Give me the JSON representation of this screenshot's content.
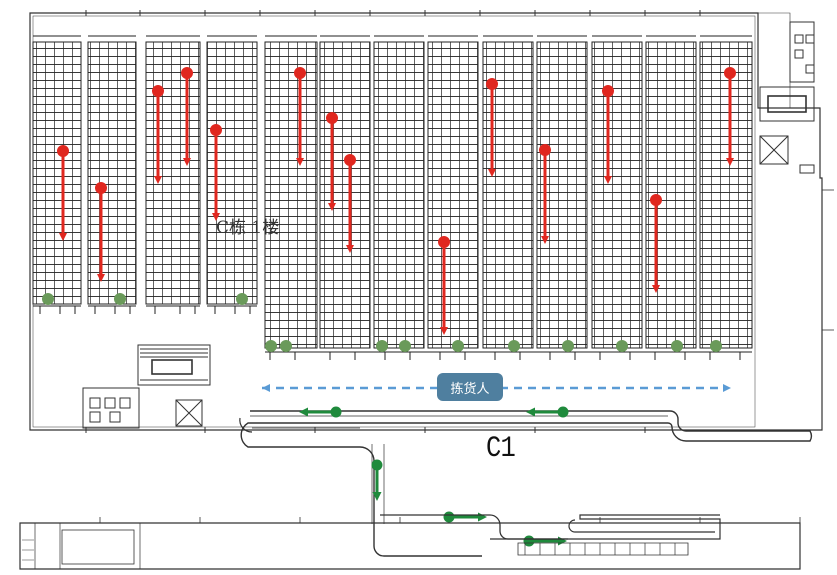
{
  "building_label": "C栋 1楼",
  "picker_label": "拣货人",
  "conveyor_label": "C1",
  "colors": {
    "line": "#333333",
    "rack": "#222222",
    "red_arrow": "#e0271f",
    "green_arrow": "#1f8a3c",
    "green_dot": "#6a9a5a",
    "dashed": "#5a9bd5",
    "badge": "#4f7f9f"
  }
}
